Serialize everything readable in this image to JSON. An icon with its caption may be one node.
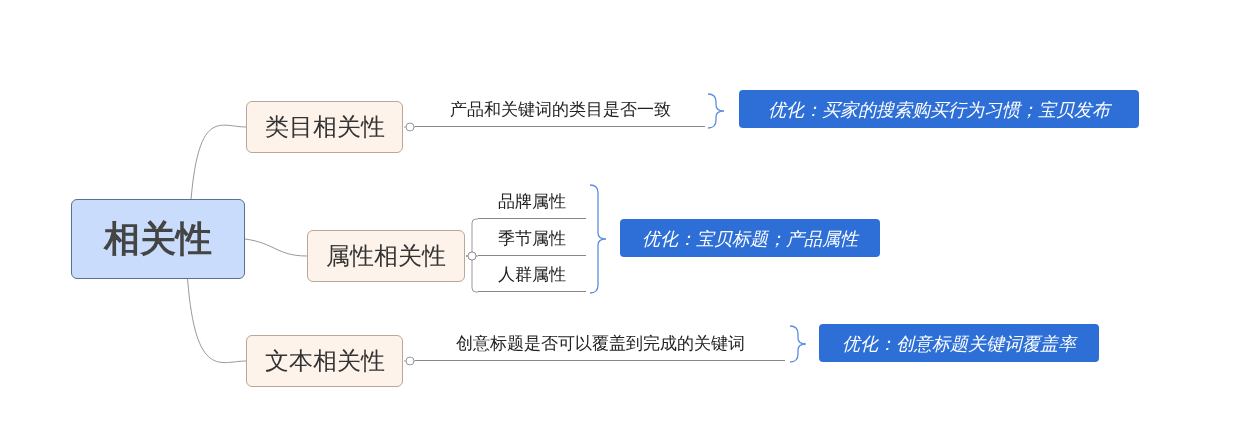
{
  "diagram": {
    "nodes": [
      {
        "text": [
          "相关性"
        ]
      },
      {
        "text": [
          "类目相关性"
        ]
      },
      {
        "text": [
          "产品和关键词的类目是否一致"
        ]
      },
      {
        "text": [
          "优化：买家的搜索购买行为习惯；宝贝发布"
        ]
      },
      {
        "text": [
          "属性相关性"
        ]
      },
      {
        "text": [
          "品牌属性"
        ]
      },
      {
        "text": [
          "季节属性"
        ]
      },
      {
        "text": [
          "人群属性"
        ]
      },
      {
        "text": [
          "优化：宝贝标题；产品属性"
        ]
      },
      {
        "text": [
          "文本相关性"
        ]
      },
      {
        "text": [
          "创意标题是否可以覆盖到完成的关键词"
        ]
      },
      {
        "text": [
          "优化：创意标题关键词覆盖率"
        ]
      }
    ],
    "edges": [
      {
        "from": 0,
        "to": 1,
        "arrow": "none"
      },
      {
        "from": 0,
        "to": 4,
        "arrow": "none"
      },
      {
        "from": 0,
        "to": 9,
        "arrow": "none"
      },
      {
        "from": 1,
        "to": 2,
        "arrow": "other"
      },
      {
        "from": 4,
        "to": 5,
        "arrow": "other"
      },
      {
        "from": 4,
        "to": 6,
        "arrow": "other"
      },
      {
        "from": 4,
        "to": 7,
        "arrow": "other"
      },
      {
        "from": 9,
        "to": 10,
        "arrow": "other"
      }
    ]
  }
}
